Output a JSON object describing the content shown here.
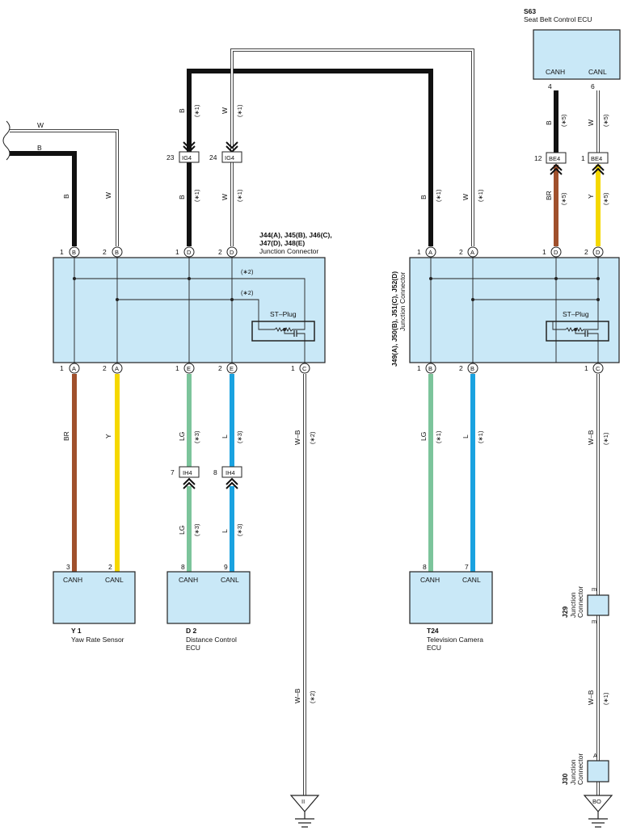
{
  "colors": {
    "B": "#111111",
    "W": "#ffffff",
    "BR": "#a0502c",
    "Y": "#f5d800",
    "LG": "#7cc49b",
    "L": "#1aa2e0",
    "box_fill": "#c9e8f7"
  },
  "components": {
    "s63": {
      "code": "S63",
      "name": "Seat Belt Control ECU",
      "pin_left": "CANH",
      "pin_right": "CANL",
      "pin_left_no": "4",
      "pin_right_no": "6"
    },
    "j44": {
      "code_line1": "J44(A), J45(B), J46(C),",
      "code_line2": "J47(D), J48(E)",
      "name": "Junction Connector",
      "plug": "ST–Plug"
    },
    "j49": {
      "code_line1": "J49(A), J50(B), J51(C), J52(D)",
      "name": "Junction Connector",
      "plug": "ST–Plug"
    },
    "y1": {
      "code": "Y 1",
      "name": "Yaw Rate Sensor",
      "pin_left": "CANH",
      "pin_right": "CANL",
      "pin_left_no": "3",
      "pin_right_no": "2"
    },
    "d2": {
      "code": "D 2",
      "name_line1": "Distance Control",
      "name_line2": "ECU",
      "pin_left": "CANH",
      "pin_right": "CANL",
      "pin_left_no": "8",
      "pin_right_no": "9"
    },
    "t24": {
      "code": "T24",
      "name_line1": "Television Camera",
      "name_line2": "ECU",
      "pin_left": "CANH",
      "pin_right": "CANL",
      "pin_left_no": "8",
      "pin_right_no": "7"
    },
    "j29": {
      "code": "J29",
      "name_line1": "Junction",
      "name_line2": "Connector",
      "pin_top": "m",
      "pin_bottom": "m"
    },
    "j30": {
      "code": "J30",
      "name_line1": "Junction",
      "name_line2": "Connector",
      "pin_top": "A"
    }
  },
  "connectors": {
    "ig4_23": {
      "name": "IG4",
      "pin": "23"
    },
    "ig4_24": {
      "name": "IG4",
      "pin": "24"
    },
    "be4_12": {
      "name": "BE4",
      "pin": "12"
    },
    "be4_1": {
      "name": "BE4",
      "pin": "1"
    },
    "ih4_7": {
      "name": "IH4",
      "pin": "7"
    },
    "ih4_8": {
      "name": "IH4",
      "pin": "8"
    }
  },
  "wire_labels": {
    "w": "W",
    "b": "B",
    "br": "BR",
    "y": "Y",
    "lg": "LG",
    "l": "L",
    "wb": "W–B"
  },
  "notes": {
    "n1": "(∗1)",
    "n2": "(∗2)",
    "n3": "(∗3)",
    "n5": "(∗5)"
  },
  "pin_numbers": {
    "one": "1",
    "two": "2"
  },
  "pin_letters": {
    "a": "A",
    "b": "B",
    "c": "C",
    "d": "D",
    "e": "E"
  },
  "grounds": {
    "g1": "II",
    "g2": "BO"
  }
}
